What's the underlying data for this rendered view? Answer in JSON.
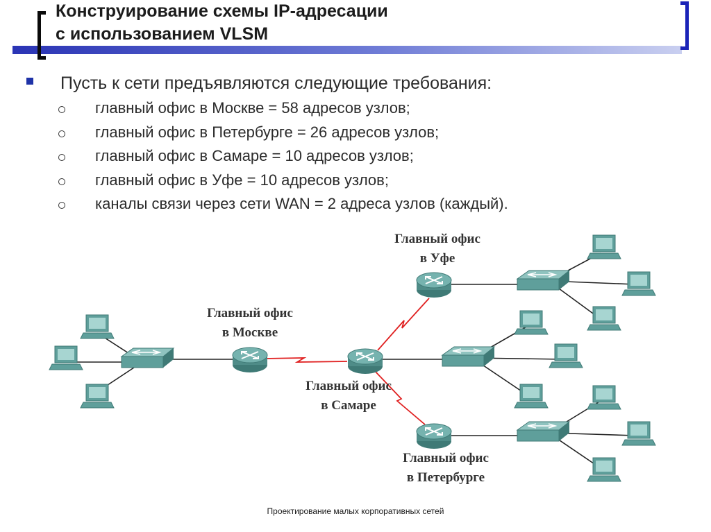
{
  "slide": {
    "title_line1": "Конструирование схемы IP-адресации",
    "title_line2": "с использованием VLSM",
    "intro": "Пусть к сети предъявляются следующие требования:",
    "requirements": [
      "главный офис в Москве = 58 адресов узлов;",
      "главный офис в Петербурге = 26 адресов узлов;",
      "главный офис в Самаре = 10 адресов узлов;",
      "главный офис в Уфе = 10 адресов узлов;",
      "каналы связи через сети WAN = 2 адреса узлов (каждый)."
    ],
    "footer": "Проектирование малых корпоративных сетей"
  },
  "diagram": {
    "offices": {
      "moscow": [
        "Главный офис",
        "в Москве"
      ],
      "samara": [
        "Главный офис",
        "в Самаре"
      ],
      "ufa": [
        "Главный офис",
        "в Уфе"
      ],
      "petersburg": [
        "Главный офис",
        "в Петербурге"
      ]
    }
  },
  "colors": {
    "accent": "#1f33a8",
    "device_fill": "#5f9f9b",
    "wan_link": "#e02020"
  }
}
